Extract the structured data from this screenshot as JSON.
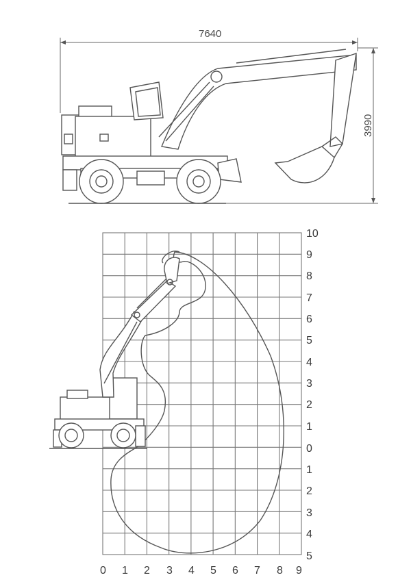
{
  "side_view": {
    "length_label": "7640",
    "height_label": "3990"
  },
  "working_range": {
    "y_ticks": [
      "10",
      "9",
      "8",
      "7",
      "6",
      "5",
      "4",
      "3",
      "2",
      "1",
      "0",
      "1",
      "2",
      "3",
      "4",
      "5"
    ],
    "x_ticks": [
      "0",
      "1",
      "2",
      "3",
      "4",
      "5",
      "6",
      "7",
      "8",
      "9"
    ]
  },
  "colors": {
    "line": "#555555",
    "grid": "#777777",
    "background": "#ffffff"
  }
}
